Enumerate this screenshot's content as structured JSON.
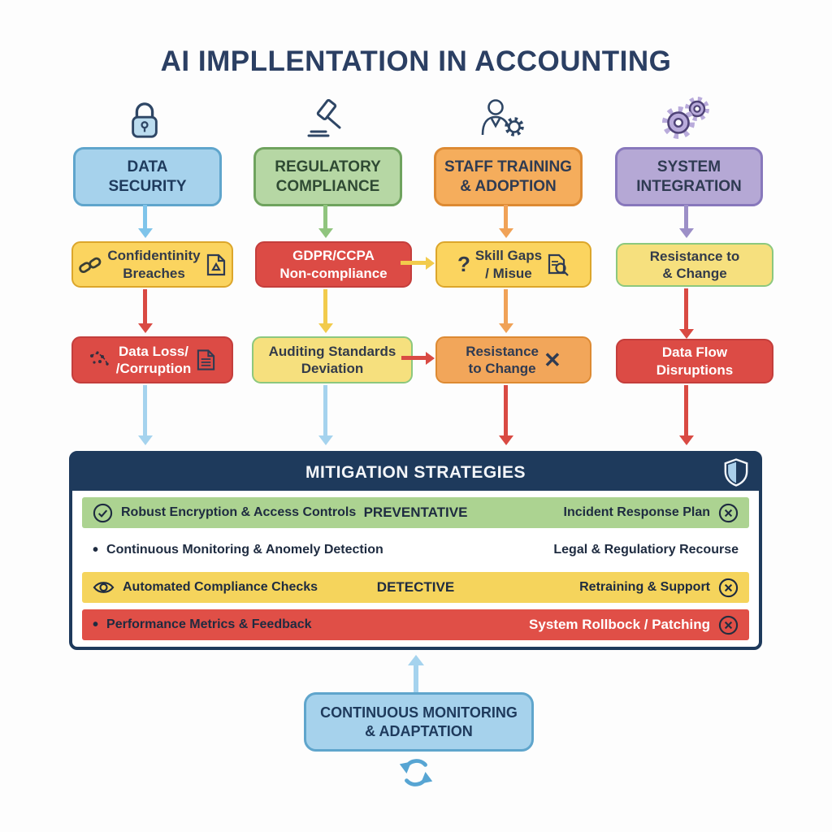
{
  "title": "AI IMPLLENTATION IN ACCOUNTING",
  "columns": [
    {
      "name": "DATA\nSECURITY",
      "risk1": "Confidentinity\nBreaches",
      "risk2": "Data Loss/\n/Corruption"
    },
    {
      "name": "REGULATORY\nCOMPLIANCE",
      "risk1": "GDPR/CCPA\nNon-compliance",
      "risk2": "Auditing Standards\nDeviation"
    },
    {
      "name": "STAFF TRAINING\n& ADOPTION",
      "risk1": "Skill Gaps\n/ Misue",
      "risk1_mark": "?",
      "risk2": "Resistance\nto Change",
      "risk2_mark": "✕"
    },
    {
      "name": "SYSTEM\nINTEGRATION",
      "risk1": "Resistance to\n& Change",
      "risk2": "Data Flow\nDisruptions"
    }
  ],
  "mitigation": {
    "title": "MITIGATION STRATEGIES",
    "rows": [
      {
        "left": "Robust Encryption & Access Controls",
        "center": "PREVENTATIVE",
        "right": "Incident Response Plan"
      },
      {
        "bullet": "•",
        "left": "Continuous Monitoring & Anomely Detection",
        "right": "Legal & Regulatiory Recourse"
      },
      {
        "left": "Automated Compliance Checks",
        "center": "DETECTIVE",
        "right": "Retraining & Support"
      },
      {
        "bullet": "•",
        "left": "Performance Metrics & Feedback",
        "right": "System Rollbock / Patching"
      }
    ]
  },
  "footer": {
    "label": "CONTINUOUS MONITORING\n& ADAPTATION"
  },
  "colors": {
    "navy": "#1e3a5c",
    "light_blue_box": "#a6d2ec",
    "green_box": "#b6d7a4",
    "orange_box": "#f5ad5c",
    "purple_box": "#b5a8d5",
    "yellow_box": "#fbd45f",
    "pale_yellow_box": "#f6e07e",
    "red_box": "#dc4b45",
    "green_row": "#acd391",
    "yellow_row": "#f5d45c",
    "red_row": "#e04f47"
  }
}
